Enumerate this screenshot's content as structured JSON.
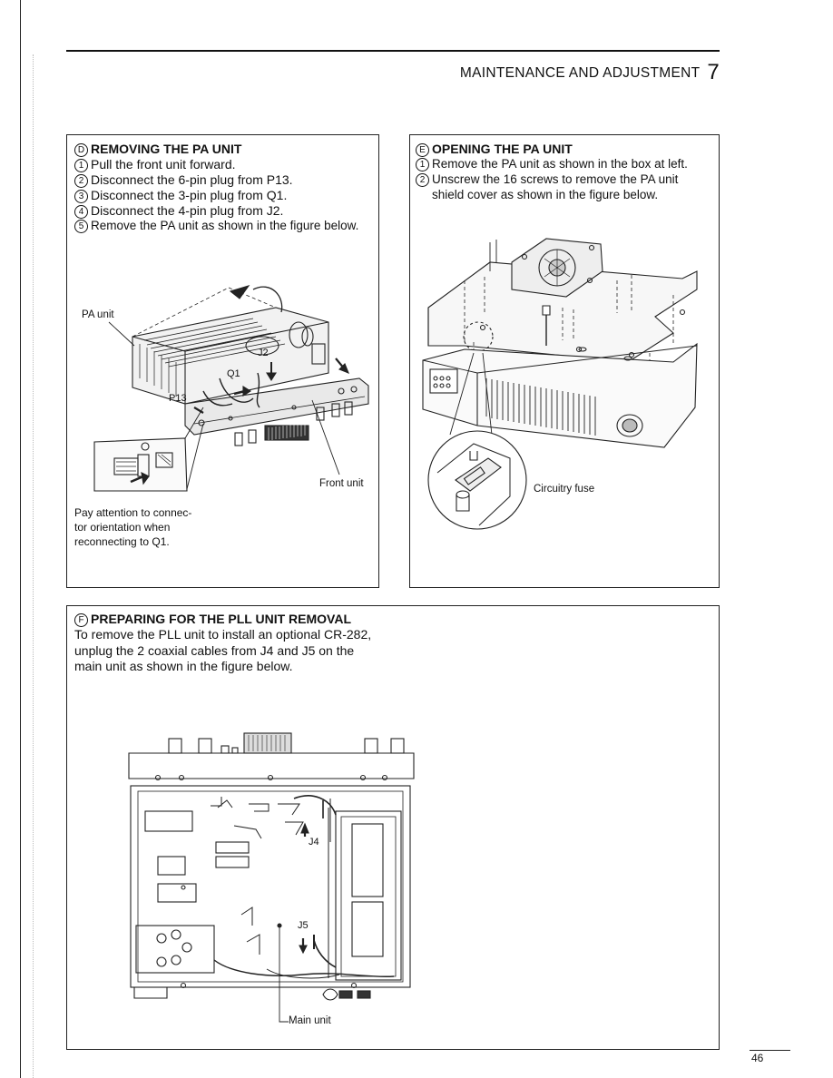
{
  "header": {
    "title": "MAINTENANCE AND ADJUSTMENT",
    "chapter": "7"
  },
  "section_d": {
    "letter": "D",
    "title": "REMOVING THE PA UNIT",
    "steps": [
      {
        "n": "1",
        "text": "Pull the front unit forward."
      },
      {
        "n": "2",
        "text": "Disconnect the 6-pin plug from P13."
      },
      {
        "n": "3",
        "text": "Disconnect the 3-pin plug from Q1."
      },
      {
        "n": "4",
        "text": "Disconnect the 4-pin plug from J2."
      },
      {
        "n": "5",
        "text": "Remove the PA unit as shown in the figure below."
      }
    ],
    "labels": {
      "pa_unit": "PA unit",
      "q1": "Q1",
      "j2": "J2",
      "p13": "P13",
      "front_unit": "Front unit"
    },
    "note": [
      "Pay attention to connec-",
      "tor orientation when",
      "reconnecting to Q1."
    ]
  },
  "section_e": {
    "letter": "E",
    "title": "OPENING THE PA UNIT",
    "steps": [
      {
        "n": "1",
        "text": "Remove the PA unit as shown in the box at left."
      },
      {
        "n": "2",
        "text": "Unscrew the 16 screws to remove the PA unit"
      }
    ],
    "step2_cont": "shield cover as shown in the figure below.",
    "labels": {
      "circuitry_fuse": "Circuitry fuse"
    }
  },
  "section_f": {
    "letter": "F",
    "title": "PREPARING FOR THE PLL UNIT REMOVAL",
    "body": [
      "To remove the PLL unit to install an optional CR-282,",
      "unplug the 2 coaxial cables from J4 and J5 on the",
      "main unit as shown in the figure below."
    ],
    "labels": {
      "j4": "J4",
      "j5": "J5",
      "main_unit": "Main unit"
    }
  },
  "page_number": "46"
}
